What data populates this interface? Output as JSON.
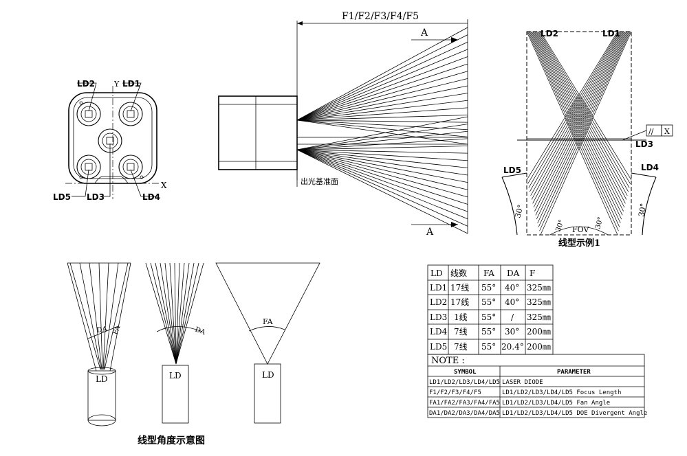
{
  "top_view": {
    "labels": {
      "ld1": "LD1",
      "ld2": "LD2",
      "ld3": "LD3",
      "ld4": "LD4",
      "ld5": "LD5",
      "x_axis": "X",
      "y_axis": "Y"
    }
  },
  "side_view": {
    "dimension_label": "F1/F2/F3/F4/F5",
    "section_top": "A",
    "section_bottom": "A",
    "reference_plane": "出光基准面"
  },
  "line_pattern": {
    "ld1": "LD1",
    "ld2": "LD2",
    "ld3": "LD3",
    "ld4": "LD4",
    "ld5": "LD5",
    "angle_left": "30°",
    "angle_right": "30°",
    "angle_fov_left": "30°",
    "angle_fov_right": "30°",
    "fov": "FOV",
    "tolerance_symbol": "//",
    "tolerance_ref": "X",
    "caption": "线型示例1"
  },
  "angle_diagram": {
    "ld_label": "LD",
    "da": "DA",
    "fa": "FA",
    "caption": "线型角度示意图"
  },
  "spec_table": {
    "headers": [
      "LD",
      "线数",
      "FA",
      "DA",
      "F"
    ],
    "rows": [
      [
        "LD1",
        "17线",
        "55°",
        "40°",
        "325㎜"
      ],
      [
        "LD2",
        "17线",
        "55°",
        "40°",
        "325㎜"
      ],
      [
        "LD3",
        "1线",
        "55°",
        "/",
        "325㎜"
      ],
      [
        "LD4",
        "7线",
        "55°",
        "30°",
        "200㎜"
      ],
      [
        "LD5",
        "7线",
        "55°",
        "20.4°",
        "200㎜"
      ]
    ]
  },
  "note_table": {
    "title": "NOTE :",
    "headers": [
      "SYMBOL",
      "PARAMETER"
    ],
    "rows": [
      [
        "LD1/LD2/LD3/LD4/LD5",
        "LASER DIODE"
      ],
      [
        "F1/F2/F3/F4/F5",
        "LD1/LD2/LD3/LD4/LD5 Focus Length"
      ],
      [
        "FA1/FA2/FA3/FA4/FA5",
        "LD1/LD2/LD3/LD4/LD5 Fan Angle"
      ],
      [
        "DA1/DA2/DA3/DA4/DA5",
        "LD1/LD2/LD3/LD4/LD5 DOE Divergent Angle"
      ]
    ]
  }
}
